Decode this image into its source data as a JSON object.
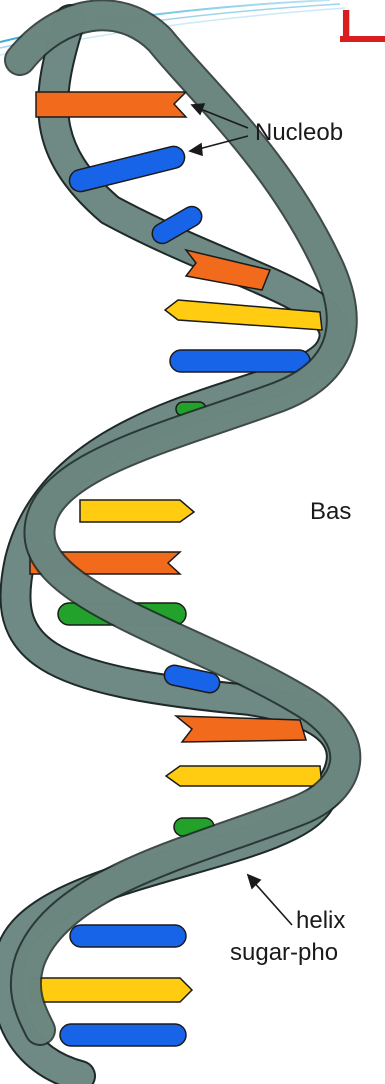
{
  "header": {
    "title_glyph": "I"
  },
  "labels": {
    "nucleobases": "Nucleob",
    "base": "Bas",
    "helix_line1": "helix",
    "helix_line2": "sugar-pho"
  },
  "colors": {
    "backbone": "#6f8a84",
    "backbone_outline": "#1f2a28",
    "adenine": "#f26a1b",
    "thymine": "#ffcc11",
    "cytosine": "#1764e8",
    "guanine": "#22a22b",
    "title_accent": "#d81e1e"
  }
}
